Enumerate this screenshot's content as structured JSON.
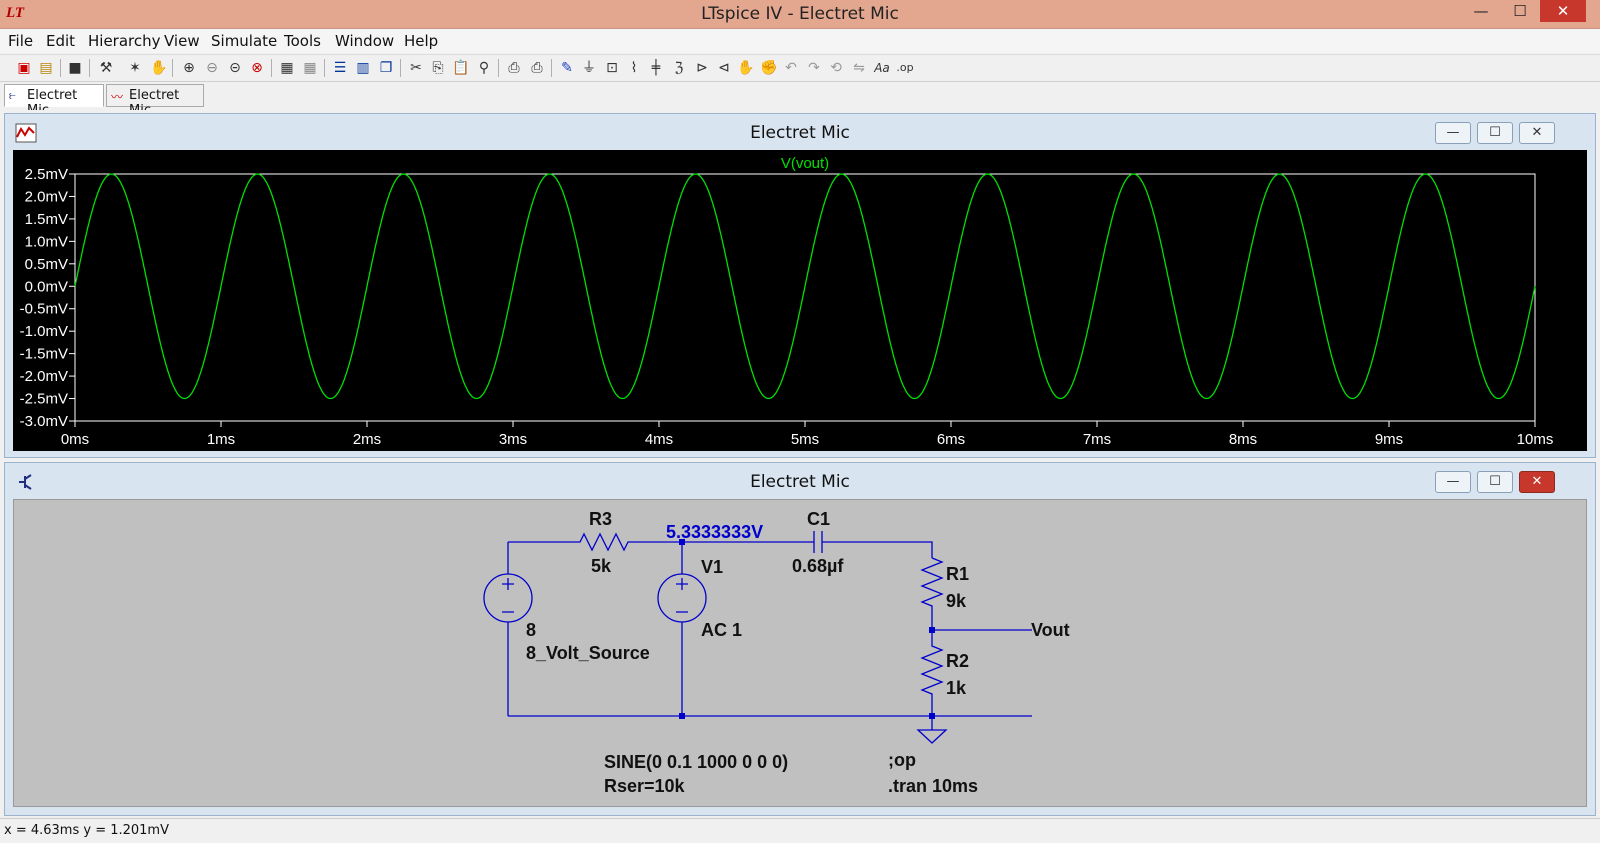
{
  "window": {
    "title": "LTspice IV - Electret Mic",
    "app_icon": "ltspice-logo-icon",
    "app_icon_glyph": "LT"
  },
  "menu": {
    "items": [
      "File",
      "Edit",
      "Hierarchy",
      "View",
      "Simulate",
      "Tools",
      "Window",
      "Help"
    ]
  },
  "toolbar": {
    "icons": [
      "new-schematic-icon",
      "open-icon",
      "save-icon",
      "control-panel-icon",
      "run-icon",
      "halt-icon",
      "zoom-in-icon",
      "zoom-out-icon",
      "zoom-area-icon",
      "zoom-cancel-icon",
      "autorange-icon",
      "manual-limits-icon",
      "tile-horizontal-icon",
      "tile-vertical-icon",
      "cascade-icon",
      "cut-icon",
      "copy-icon",
      "paste-icon",
      "find-icon",
      "print-preview-icon",
      "print-icon",
      "draw-wire-icon",
      "ground-icon",
      "label-net-icon",
      "resistor-icon",
      "capacitor-icon",
      "inductor-icon",
      "diode-icon",
      "component-icon",
      "move-icon",
      "drag-icon",
      "undo-icon",
      "redo-icon",
      "rotate-icon",
      "mirror-icon",
      "text-icon",
      "spice-directive-icon"
    ]
  },
  "tabs": [
    {
      "label": "Electret Mic",
      "icon": "schematic-icon",
      "active": true
    },
    {
      "label": "Electret Mic",
      "icon": "waveform-icon",
      "active": false
    }
  ],
  "plot_window": {
    "title": "Electret Mic",
    "icon": "waveform-icon"
  },
  "schematic_window": {
    "title": "Electret Mic",
    "icon": "schematic-icon",
    "labels": {
      "r3_name": "R3",
      "r3_value": "5k",
      "node_voltage": "5.3333333V",
      "c1_name": "C1",
      "c1_value": "0.68µf",
      "v1_name": "V1",
      "v1_value": "AC 1",
      "src_value": "8",
      "src_name": "8_Volt_Source",
      "r1_name": "R1",
      "r1_value": "9k",
      "r2_name": "R2",
      "r2_value": "1k",
      "vout_label": "Vout",
      "sine_line1": "SINE(0 0.1 1000 0 0 0)",
      "sine_line2": "Rser=10k",
      "op_directive": ";op",
      "tran_directive": ".tran 10ms"
    }
  },
  "window_buttons": {
    "minimize": "—",
    "maximize": "☐",
    "close": "✕"
  },
  "status": {
    "text": "x = 4.63ms    y = 1.201mV"
  },
  "colors": {
    "trace": "#00e000",
    "plot_bg": "#000000",
    "axis_text": "#ffffff",
    "schematic_wire": "#0000cc",
    "schematic_bg": "#c0c0c0"
  },
  "chart_data": {
    "type": "line",
    "title": "V(vout)",
    "xlabel": "",
    "ylabel": "",
    "x_ticks": [
      "0ms",
      "1ms",
      "2ms",
      "3ms",
      "4ms",
      "5ms",
      "6ms",
      "7ms",
      "8ms",
      "9ms",
      "10ms"
    ],
    "y_ticks": [
      "2.5mV",
      "2.0mV",
      "1.5mV",
      "1.0mV",
      "0.5mV",
      "0.0mV",
      "-0.5mV",
      "-1.0mV",
      "-1.5mV",
      "-2.0mV",
      "-2.5mV",
      "-3.0mV"
    ],
    "xlim": [
      0,
      10
    ],
    "ylim": [
      -3.0,
      2.5
    ],
    "x_unit": "ms",
    "y_unit": "mV",
    "series": [
      {
        "name": "V(vout)",
        "function": "sine",
        "amplitude": 2.5,
        "frequency_khz": 1,
        "offset": 0,
        "phase_deg": 0
      }
    ],
    "grid": false
  }
}
